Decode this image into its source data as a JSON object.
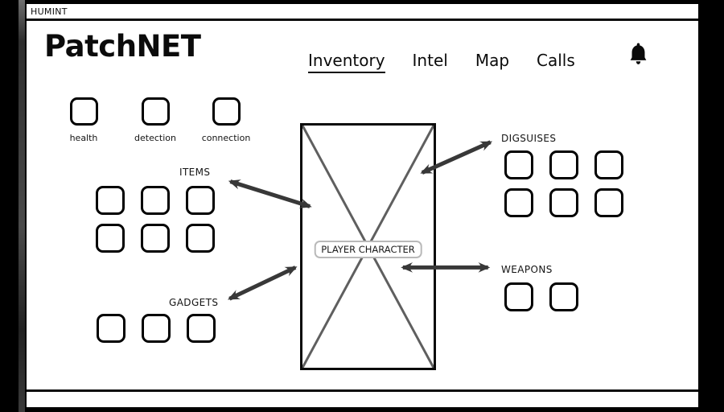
{
  "app": {
    "name": "PatchNET"
  },
  "window": {
    "title": "HUMINT"
  },
  "nav": {
    "items": [
      {
        "label": "Inventory",
        "active": true
      },
      {
        "label": "Intel",
        "active": false
      },
      {
        "label": "Map",
        "active": false
      },
      {
        "label": "Calls",
        "active": false
      }
    ]
  },
  "status_indicators": [
    {
      "label": "health"
    },
    {
      "label": "detection"
    },
    {
      "label": "connection"
    }
  ],
  "inventory_sections": {
    "items": {
      "label": "ITEMS",
      "slot_count": 6
    },
    "gadgets": {
      "label": "GADGETS",
      "slot_count": 3
    },
    "disguises": {
      "label": "DIGSUISES",
      "slot_count": 6
    },
    "weapons": {
      "label": "WEAPONS",
      "slot_count": 2
    }
  },
  "player": {
    "label": "PLAYER CHARACTER"
  },
  "colors": {
    "screen_background": "#000000",
    "frame_border": "#0c0c0c",
    "arrow": "#383838",
    "placeholder_x": "#5f5f5f"
  }
}
